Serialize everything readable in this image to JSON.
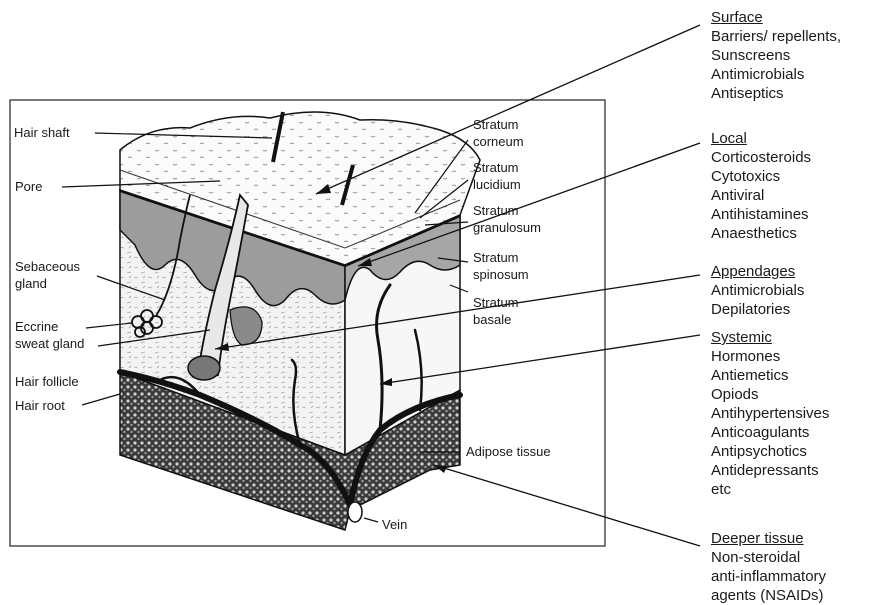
{
  "left_labels": {
    "hair_shaft": "Hair shaft",
    "pore": "Pore",
    "sebaceous_gland": [
      "Sebaceous",
      "gland"
    ],
    "eccrine_sweat_gland": [
      "Eccrine",
      "sweat gland"
    ],
    "hair_follicle": "Hair follicle",
    "hair_root": "Hair root"
  },
  "layer_labels": {
    "stratum_corneum": [
      "Stratum",
      "corneum"
    ],
    "stratum_lucidium": [
      "Stratum",
      "lucidium"
    ],
    "stratum_granulosum": [
      "Stratum",
      "granulosum"
    ],
    "stratum_spinosum": [
      "Stratum",
      "spinosum"
    ],
    "stratum_basale": [
      "Stratum",
      "basale"
    ]
  },
  "bottom_labels": {
    "adipose_tissue": "Adipose tissue",
    "vein": "Vein"
  },
  "categories": [
    {
      "key": "surface",
      "heading": "Surface",
      "items": [
        "Barriers/ repellents,",
        "Sunscreens",
        "Antimicrobials",
        "Antiseptics"
      ]
    },
    {
      "key": "local",
      "heading": "Local",
      "items": [
        "Corticosteroids",
        "Cytotoxics",
        "Antiviral",
        "Antihistamines",
        "Anaesthetics"
      ]
    },
    {
      "key": "appendages",
      "heading": "Appendages",
      "items": [
        "Antimicrobials",
        "Depilatories"
      ]
    },
    {
      "key": "systemic",
      "heading": "Systemic",
      "items": [
        "Hormones",
        "Antiemetics",
        "Opiods",
        "Antihypertensives",
        "Anticoagulants",
        "Antipsychotics",
        "Antidepressants",
        "etc"
      ]
    },
    {
      "key": "deeper",
      "heading": "Deeper tissue",
      "items": [
        "Non-steroidal",
        "anti-inflammatory",
        "agents (NSAIDs)"
      ]
    }
  ]
}
